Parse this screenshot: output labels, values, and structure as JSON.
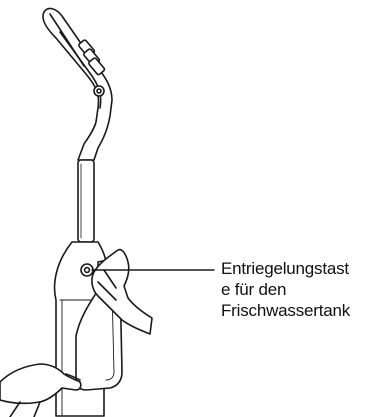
{
  "callout": {
    "lines": [
      "Entriegelungstast",
      "e für den",
      "Frischwassertank"
    ]
  },
  "colors": {
    "stroke": "#1a1a1a",
    "fill": "#ffffff"
  }
}
